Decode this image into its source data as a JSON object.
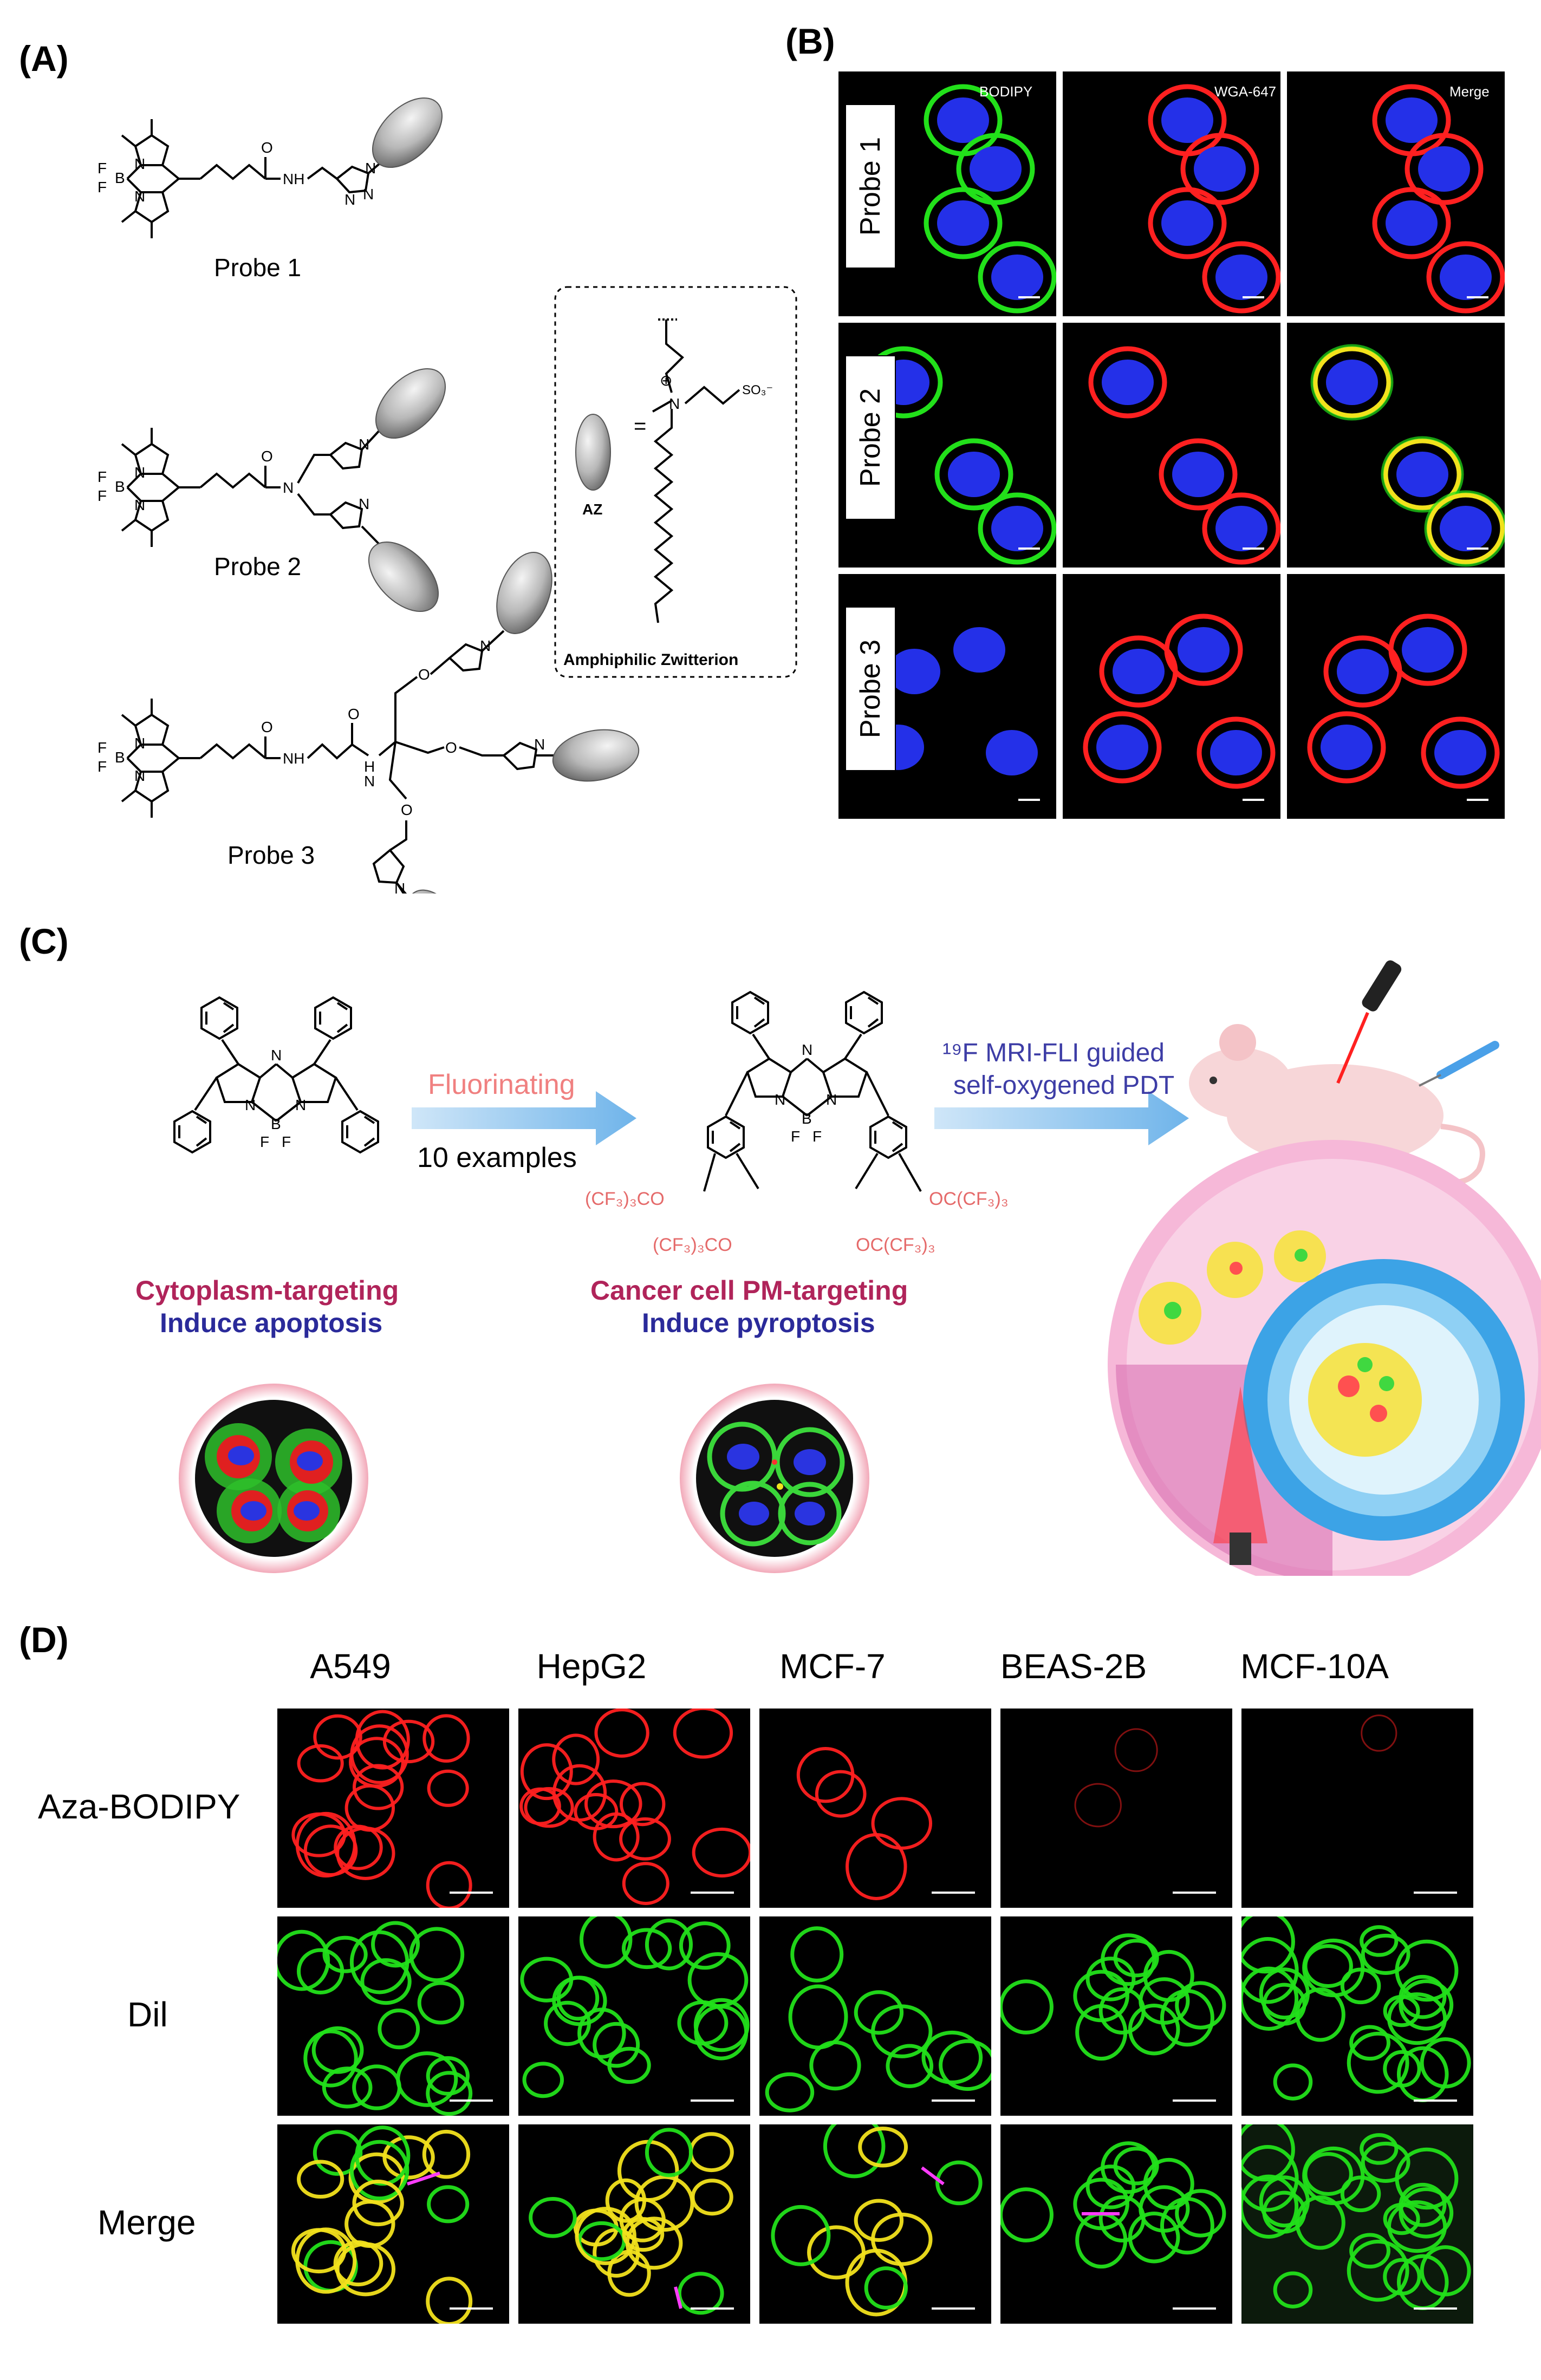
{
  "panels": {
    "a": "(A)",
    "b": "(B)",
    "c": "(C)",
    "d": "(D)"
  },
  "panel_a": {
    "probes": [
      "Probe 1",
      "Probe 2",
      "Probe 3"
    ],
    "legend_eq": "=",
    "legend_az": "AZ",
    "legend_caption": "Amphiphilic Zwitterion",
    "legend_charge": "⊕",
    "legend_n": "N",
    "legend_so3": "SO₃⁻",
    "atoms": {
      "f": "F",
      "b": "B",
      "n": "N",
      "nh": "NH",
      "o": "O",
      "h": "H"
    }
  },
  "panel_b": {
    "columns": [
      "BODIPY",
      "WGA-647",
      "Merge"
    ],
    "rows": [
      "Probe 1",
      "Probe 2",
      "Probe 3"
    ]
  },
  "panel_c": {
    "arrow1_top": "Fluorinating",
    "arrow1_bottom": "10 examples",
    "arrow2_line1": "¹⁹F MRI-FLI guided",
    "arrow2_line2": "self-oxygened PDT",
    "left_caption1": "Cytoplasm-targeting",
    "left_caption2": "Induce apoptosis",
    "mid_caption1": "Cancer cell PM-targeting",
    "mid_caption2": "Induce pyroptosis",
    "substituents": [
      "(CF₃)₃CO",
      "(CF₃)₃CO",
      "OC(CF₃)₃",
      "OC(CF₃)₃"
    ],
    "atoms": {
      "n": "N",
      "b": "B",
      "f": "F"
    }
  },
  "panel_d": {
    "columns": [
      "A549",
      "HepG2",
      "MCF-7",
      "BEAS-2B",
      "MCF-10A"
    ],
    "rows": [
      "Aza-BODIPY",
      "Dil",
      "Merge"
    ]
  },
  "colors": {
    "red_stain": "#ff2020",
    "green_stain": "#22e01a",
    "blue_stain": "#2430e8",
    "yellow_merge": "#f2e21c",
    "arrow_blue": "#8fc4ef",
    "pink_text": "#f08080",
    "magenta_text": "#b0245a",
    "navy_text": "#2a2a9a",
    "purple_text": "#3d3da6",
    "scale_line": "#ff3cff"
  }
}
